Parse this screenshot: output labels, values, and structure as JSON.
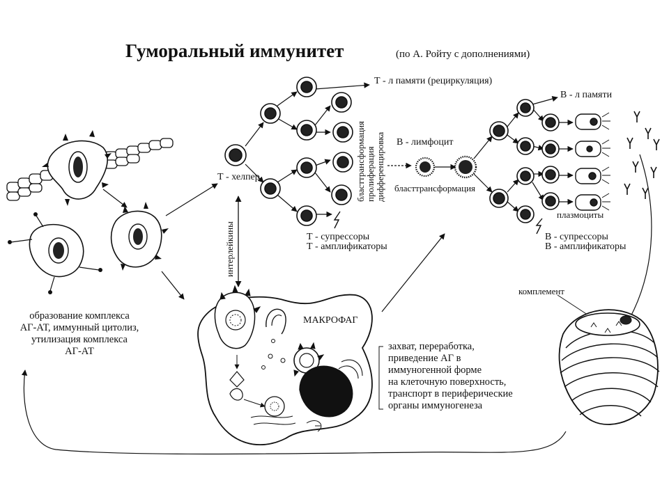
{
  "title": "Гуморальный иммунитет",
  "subtitle": "(по А. Ройту с дополнениями)",
  "labels": {
    "t_memory": "Т - л памяти (рециркуляция)",
    "t_helper": "Т - хелпер",
    "interleukins": "интерлейкины",
    "blast_vertical": [
      "бласттрансформация",
      "пролиферация",
      "дифференцировка"
    ],
    "b_lymphocyte": "В - лимфоцит",
    "blast_transformation": "бласттрансформация",
    "b_memory": "В - л памяти",
    "plasmocytes": "плазмоциты",
    "t_suppressors": "Т - супрессоры",
    "t_amplifiers": "Т - амплификаторы",
    "b_suppressors": "В - супрессоры",
    "b_amplifiers": "В - амплификаторы",
    "complement": "комплемент",
    "macrophage": "МАКРОФАГ"
  },
  "left_text": [
    "образование комплекса",
    "АГ-АТ, иммунный цитолиз,",
    "утилизация комплекса",
    "АГ-АТ"
  ],
  "macrophage_text": [
    "захват, переработка,",
    "приведение АГ в",
    "иммуногенной форме",
    "на клеточную поверхность,",
    "транспорт в периферические",
    "органы иммуногенеза"
  ]
}
